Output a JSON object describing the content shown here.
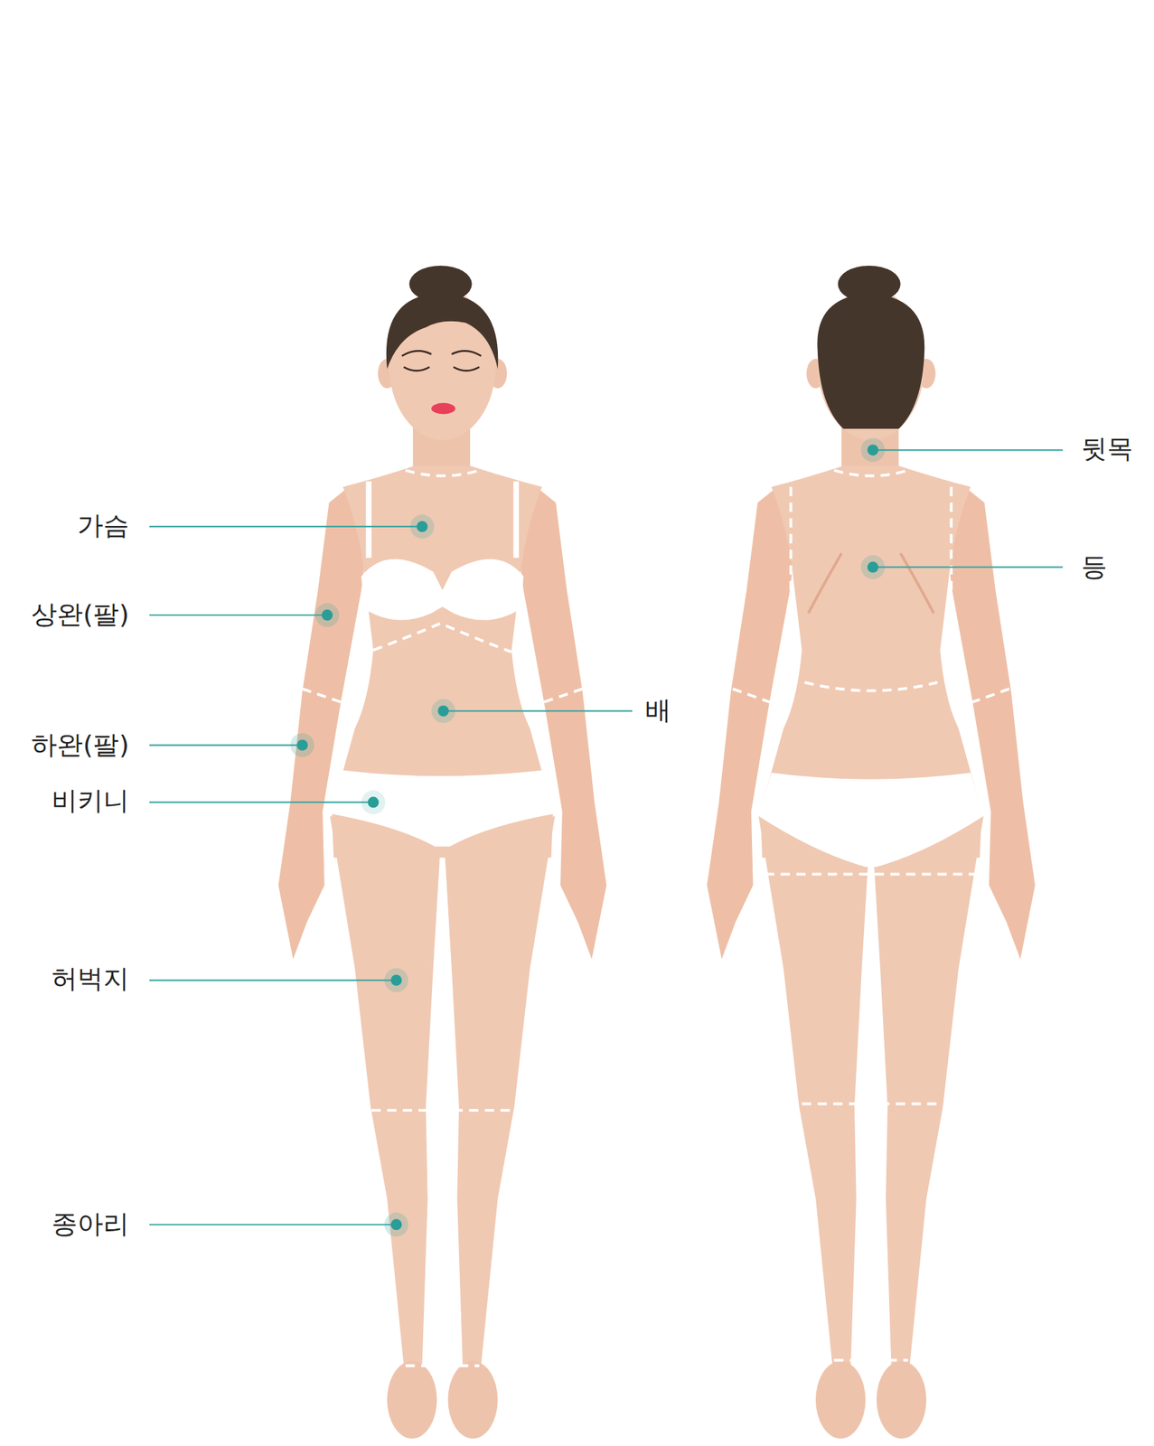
{
  "diagram": {
    "labels": [
      "가슴",
      "상완(팔)",
      "하완(팔)",
      "비키니",
      "허벅지",
      "종아리",
      "배",
      "뒷목",
      "등"
    ]
  }
}
